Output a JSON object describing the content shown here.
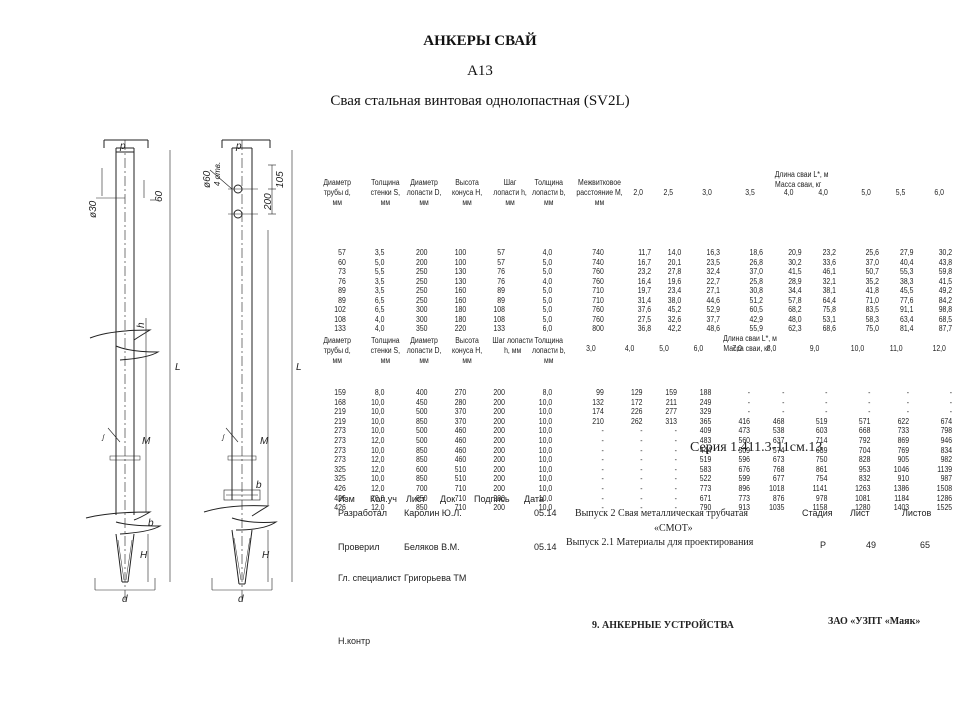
{
  "header": {
    "line1": "АНКЕРЫ СВАЙ",
    "line2": "А13",
    "line3": "Свая стальная винтовая однолопастная (SV2L)"
  },
  "drawing": {
    "left": {
      "label_p": "p",
      "label_phi": "ø30",
      "label_60": "60",
      "label_h": "h",
      "label_l": "L",
      "label_m": "M",
      "label_h2": "H",
      "label_d": "d",
      "label_b": "b",
      "label_angle": "ᶴ"
    },
    "right": {
      "label_p": "p",
      "label_phi": "ø60",
      "label_otv": "4 отв.",
      "label_105": "105",
      "label_200": "200",
      "label_l": "L",
      "label_m": "M",
      "label_h": "H",
      "label_d": "d",
      "label_b": "b",
      "label_angle": "ᶴ"
    }
  },
  "chart_data": [
    {
      "type": "table",
      "columns": [
        "Диаметр трубы d, мм",
        "Толщина стенки S, мм",
        "Диаметр лопасти D, мм",
        "Высота конуса H, мм",
        "Шаг лопасти h, мм",
        "Толщина лопасти b, мм",
        "Межвитковое расстояние M, мм"
      ],
      "length_header": "Длина сваи L*, м",
      "mass_header": "Масса сваи, кг",
      "lengths": [
        "2,0",
        "2,5",
        "3,0",
        "3,5",
        "4,0",
        "4,0",
        "5,0",
        "5,5",
        "6,0"
      ],
      "rows": [
        [
          "57",
          "3,5",
          "200",
          "100",
          "57",
          "4,0",
          "740",
          "11,7",
          "14,0",
          "16,3",
          "18,6",
          "20,9",
          "23,2",
          "25,6",
          "27,9",
          "30,2"
        ],
        [
          "60",
          "5,0",
          "200",
          "100",
          "57",
          "5,0",
          "740",
          "16,7",
          "20,1",
          "23,5",
          "26,8",
          "30,2",
          "33,6",
          "37,0",
          "40,4",
          "43,8"
        ],
        [
          "73",
          "5,5",
          "250",
          "130",
          "76",
          "5,0",
          "760",
          "23,2",
          "27,8",
          "32,4",
          "37,0",
          "41,5",
          "46,1",
          "50,7",
          "55,3",
          "59,8"
        ],
        [
          "76",
          "3,5",
          "250",
          "130",
          "76",
          "4,0",
          "760",
          "16,4",
          "19,6",
          "22,7",
          "25,8",
          "28,9",
          "32,1",
          "35,2",
          "38,3",
          "41,5"
        ],
        [
          "89",
          "3,5",
          "250",
          "160",
          "89",
          "5,0",
          "710",
          "19,7",
          "23,4",
          "27,1",
          "30,8",
          "34,4",
          "38,1",
          "41,8",
          "45,5",
          "49,2"
        ],
        [
          "89",
          "6,5",
          "250",
          "160",
          "89",
          "5,0",
          "710",
          "31,4",
          "38,0",
          "44,6",
          "51,2",
          "57,8",
          "64,4",
          "71,0",
          "77,6",
          "84,2"
        ],
        [
          "102",
          "6,5",
          "300",
          "180",
          "108",
          "5,0",
          "760",
          "37,6",
          "45,2",
          "52,9",
          "60,5",
          "68,2",
          "75,8",
          "83,5",
          "91,1",
          "98,8"
        ],
        [
          "108",
          "4,0",
          "300",
          "180",
          "108",
          "5,0",
          "760",
          "27,5",
          "32,6",
          "37,7",
          "42,9",
          "48,0",
          "53,1",
          "58,3",
          "63,4",
          "68,5"
        ],
        [
          "133",
          "4,0",
          "350",
          "220",
          "133",
          "6,0",
          "800",
          "36,8",
          "42,2",
          "48,6",
          "55,9",
          "62,3",
          "68,6",
          "75,0",
          "81,4",
          "87,7"
        ]
      ]
    },
    {
      "type": "table",
      "columns": [
        "Диаметр трубы d, мм",
        "Толщина стенки S, мм",
        "Диаметр лопасти D, мм",
        "Высота конуса H, мм",
        "Шаг лопасти h, мм",
        "Толщина лопасти b, мм"
      ],
      "length_header": "Длина сваи L*, м",
      "mass_header": "Масса сваи, кг",
      "lengths": [
        "3,0",
        "4,0",
        "5,0",
        "6,0",
        "7,0",
        "8,0",
        "9,0",
        "10,0",
        "11,0",
        "12,0"
      ],
      "rows": [
        [
          "159",
          "8,0",
          "400",
          "270",
          "200",
          "8,0",
          "99",
          "129",
          "159",
          "188",
          "-",
          "-",
          "-",
          "-",
          "-",
          "-"
        ],
        [
          "168",
          "10,0",
          "450",
          "280",
          "200",
          "10,0",
          "132",
          "172",
          "211",
          "249",
          "-",
          "-",
          "-",
          "-",
          "-",
          "-"
        ],
        [
          "219",
          "10,0",
          "500",
          "370",
          "200",
          "10,0",
          "174",
          "226",
          "277",
          "329",
          "-",
          "-",
          "-",
          "-",
          "-",
          "-"
        ],
        [
          "219",
          "10,0",
          "850",
          "370",
          "200",
          "10,0",
          "210",
          "262",
          "313",
          "365",
          "416",
          "468",
          "519",
          "571",
          "622",
          "674"
        ],
        [
          "273",
          "10,0",
          "500",
          "460",
          "200",
          "10,0",
          "-",
          "-",
          "-",
          "409",
          "473",
          "538",
          "603",
          "668",
          "733",
          "798"
        ],
        [
          "273",
          "12,0",
          "500",
          "460",
          "200",
          "10,0",
          "-",
          "-",
          "-",
          "483",
          "560",
          "637",
          "714",
          "792",
          "869",
          "946"
        ],
        [
          "273",
          "10,0",
          "850",
          "460",
          "200",
          "10,0",
          "-",
          "-",
          "-",
          "444",
          "509",
          "574",
          "639",
          "704",
          "769",
          "834"
        ],
        [
          "273",
          "12,0",
          "850",
          "460",
          "200",
          "10,0",
          "-",
          "-",
          "-",
          "519",
          "596",
          "673",
          "750",
          "828",
          "905",
          "982"
        ],
        [
          "325",
          "12,0",
          "600",
          "510",
          "200",
          "10,0",
          "-",
          "-",
          "-",
          "583",
          "676",
          "768",
          "861",
          "953",
          "1046",
          "1139"
        ],
        [
          "325",
          "10,0",
          "850",
          "510",
          "200",
          "10,0",
          "-",
          "-",
          "-",
          "522",
          "599",
          "677",
          "754",
          "832",
          "910",
          "987"
        ],
        [
          "426",
          "12,0",
          "700",
          "710",
          "200",
          "10,0",
          "-",
          "-",
          "-",
          "773",
          "896",
          "1018",
          "1141",
          "1263",
          "1386",
          "1508"
        ],
        [
          "426",
          "10,0",
          "850",
          "710",
          "200",
          "10,0",
          "-",
          "-",
          "-",
          "671",
          "773",
          "876",
          "978",
          "1081",
          "1184",
          "1286"
        ],
        [
          "426",
          "12,0",
          "850",
          "710",
          "200",
          "10,0",
          "-",
          "-",
          "-",
          "790",
          "913",
          "1035",
          "1158",
          "1280",
          "1403",
          "1525"
        ]
      ]
    }
  ],
  "titleblock": {
    "series": "Серия 1.411.3-11см.13",
    "col_izm": "Изм",
    "col_koluch": "Кол.уч",
    "col_list": "Лист",
    "col_dok": "Док",
    "col_podp": "Подпись",
    "col_data": "Дата",
    "role1": "Разработал",
    "name1": "Каролин Ю.Л.",
    "date1": "05.14",
    "role2": "Проверил",
    "name2": "Беляков В.М.",
    "date2": "05.14",
    "role3": "Гл. специалист",
    "name3": "Григорьева ТМ",
    "role4": "Н.контр",
    "desc1": "Выпуск 2 Свая металлическая трубчатая",
    "desc1b": "«СМОТ»",
    "desc2": "Выпуск 2.1 Материалы для проектирования",
    "stage_label": "Стадия",
    "sheet_label": "Лист",
    "sheets_label": "Листов",
    "stage": "Р",
    "sheet": "49",
    "sheets": "65",
    "section": "9. АНКЕРНЫЕ УСТРОЙСТВА",
    "company": "ЗАО «УЗПТ «Маяк»"
  }
}
